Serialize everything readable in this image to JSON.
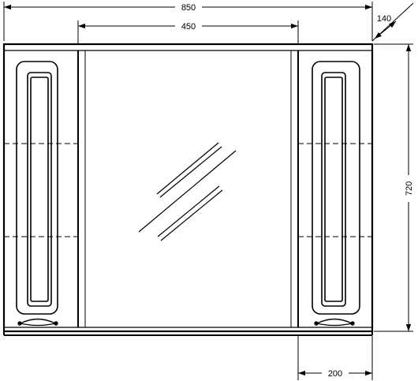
{
  "dimensions": {
    "total_width": "850",
    "mirror_width": "450",
    "depth": "140",
    "height": "720",
    "cabinet_width": "200"
  },
  "colors": {
    "line": "#000000",
    "background": "#ffffff"
  }
}
